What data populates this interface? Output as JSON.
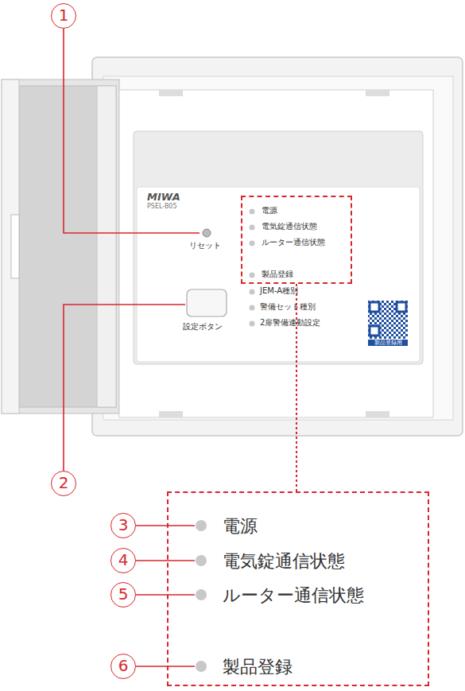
{
  "diagram": {
    "nodes": [
      {
        "text": [
          "MIWA",
          "PSEL-B05",
          "リセット",
          "設定ボタン",
          "JEM-A種別",
          "警備セット種別",
          "2扉警備連動設定"
        ]
      },
      {
        "text": [
          "電源",
          "電気錠通信状態",
          "ルーター通信状態",
          "製品登録"
        ],
        "in": 0
      },
      {
        "text": [
          "製品登録用"
        ],
        "in": 0
      },
      {
        "text": [
          "電源",
          "電気錠通信状態",
          "ルーター通信状態",
          "製品登録"
        ]
      },
      {
        "text": [
          "1"
        ]
      },
      {
        "text": [
          "2"
        ]
      },
      {
        "text": [
          "3"
        ]
      },
      {
        "text": [
          "4"
        ]
      },
      {
        "text": [
          "5"
        ]
      },
      {
        "text": [
          "6"
        ]
      }
    ],
    "edges": [
      {
        "from": 1,
        "to": 3,
        "arrow": "none"
      }
    ]
  }
}
